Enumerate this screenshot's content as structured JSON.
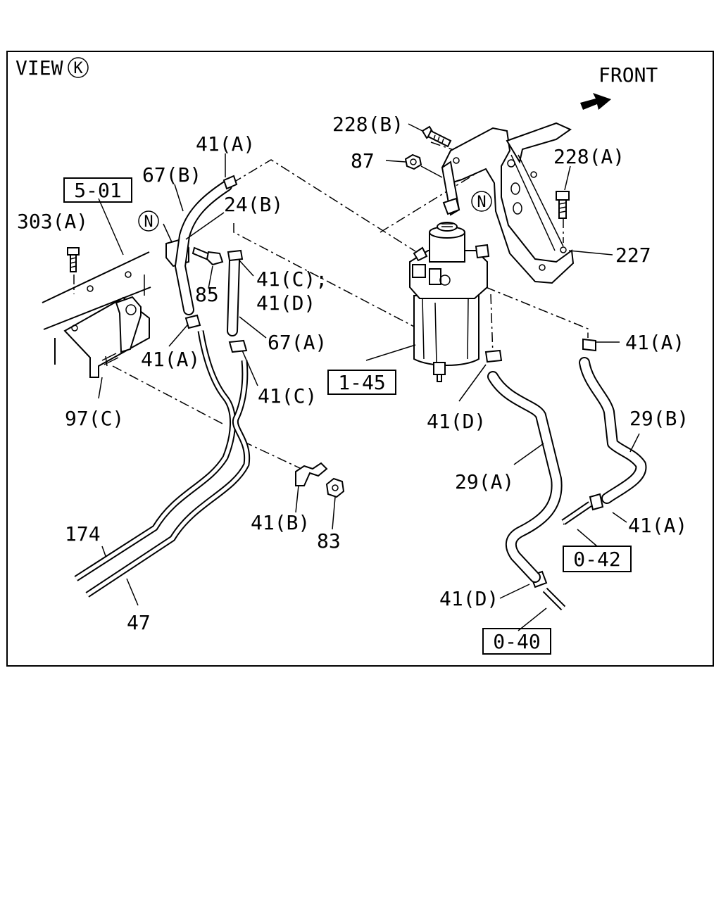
{
  "view": {
    "label": "VIEW",
    "letter": "K"
  },
  "front": {
    "label": "FRONT"
  },
  "n_marker": "N",
  "boxed_refs": [
    "5-01",
    "1-45",
    "0-42",
    "0-40"
  ],
  "callouts": {
    "c_228B": "228(B)",
    "c_87": "87",
    "c_228A": "228(A)",
    "c_227": "227",
    "c_41A_top": "41(A)",
    "c_67B": "67(B)",
    "c_24B": "24(B)",
    "c_303A": "303(A)",
    "c_85": "85",
    "c_41CD_1": "41(C);",
    "c_41CD_2": "41(D)",
    "c_67A": "67(A)",
    "c_41A_left": "41(A)",
    "c_41C": "41(C)",
    "c_97C": "97(C)",
    "c_41A_right": "41(A)",
    "c_29B": "29(B)",
    "c_41D_mid": "41(D)",
    "c_29A": "29(A)",
    "c_41A_lower": "41(A)",
    "c_41B": "41(B)",
    "c_83": "83",
    "c_174": "174",
    "c_47": "47",
    "c_41D_bot": "41(D)"
  }
}
